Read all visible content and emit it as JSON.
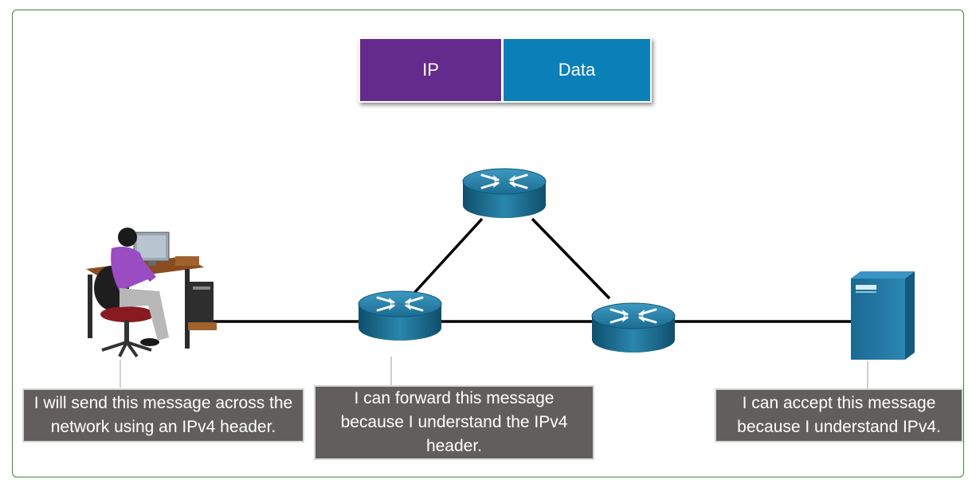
{
  "packet": {
    "ip_label": "IP",
    "data_label": "Data"
  },
  "callouts": {
    "sender": "I will send this message across the network using an IPv4 header.",
    "router": "I can forward this message because I understand the IPv4 header.",
    "server": "I can accept this message because I understand IPv4."
  },
  "colors": {
    "ip": "#652b8c",
    "data": "#0b80b8",
    "router": "#1d6f93",
    "callout": "#625e5e",
    "border": "#3a8a3a"
  },
  "icons": [
    "person-at-computer-icon",
    "router-icon",
    "router-icon",
    "router-icon",
    "server-icon"
  ]
}
